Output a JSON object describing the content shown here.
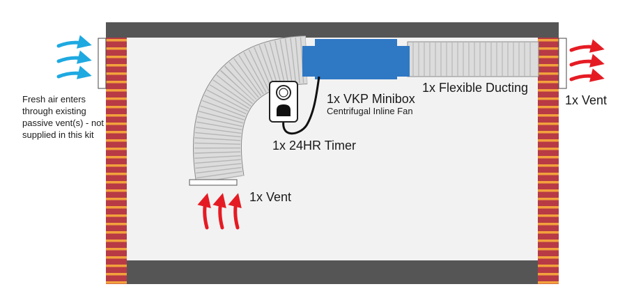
{
  "labels": {
    "fresh_air_note": "Fresh air enters through existing passive vent(s) - not supplied in this kit",
    "vent_right": "1x Vent",
    "vent_bottom": "1x Vent",
    "fan_title": "1x VKP Minibox",
    "fan_subtitle": "Centrifugal Inline Fan",
    "ducting": "1x Flexible Ducting",
    "timer": "1x 24HR Timer"
  },
  "colors": {
    "brick": "#b73a45",
    "mortar": "#f2a23c",
    "slab": "#555555",
    "room": "#f2f2f2",
    "fan": "#2f78c4",
    "duct": "#d9d9d9",
    "fresh_arrow": "#1ea9e1",
    "exhaust_arrow": "#e51b23"
  }
}
